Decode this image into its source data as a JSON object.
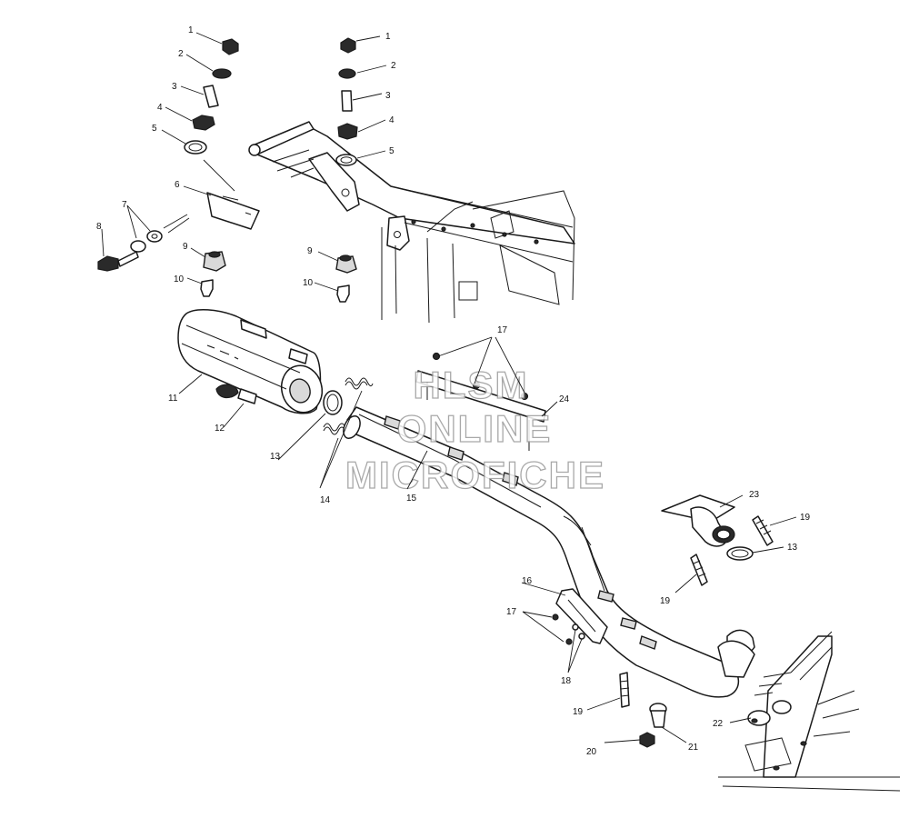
{
  "watermark": {
    "line1": "HLSM",
    "line2": "ONLINE",
    "line3": "MICROFICHE"
  },
  "callouts": {
    "c1a": "1",
    "c1b": "1",
    "c2a": "2",
    "c2b": "2",
    "c3a": "3",
    "c3b": "3",
    "c4a": "4",
    "c4b": "4",
    "c5a": "5",
    "c5b": "5",
    "c6": "6",
    "c7": "7",
    "c8": "8",
    "c9a": "9",
    "c9b": "9",
    "c10a": "10",
    "c10b": "10",
    "c11": "11",
    "c12": "12",
    "c13a": "13",
    "c13b": "13",
    "c14": "14",
    "c15": "15",
    "c16": "16",
    "c17a": "17",
    "c17b": "17",
    "c18": "18",
    "c19a": "19",
    "c19b": "19",
    "c19c": "19",
    "c20": "20",
    "c21": "21",
    "c22": "22",
    "c23": "23",
    "c24": "24"
  }
}
